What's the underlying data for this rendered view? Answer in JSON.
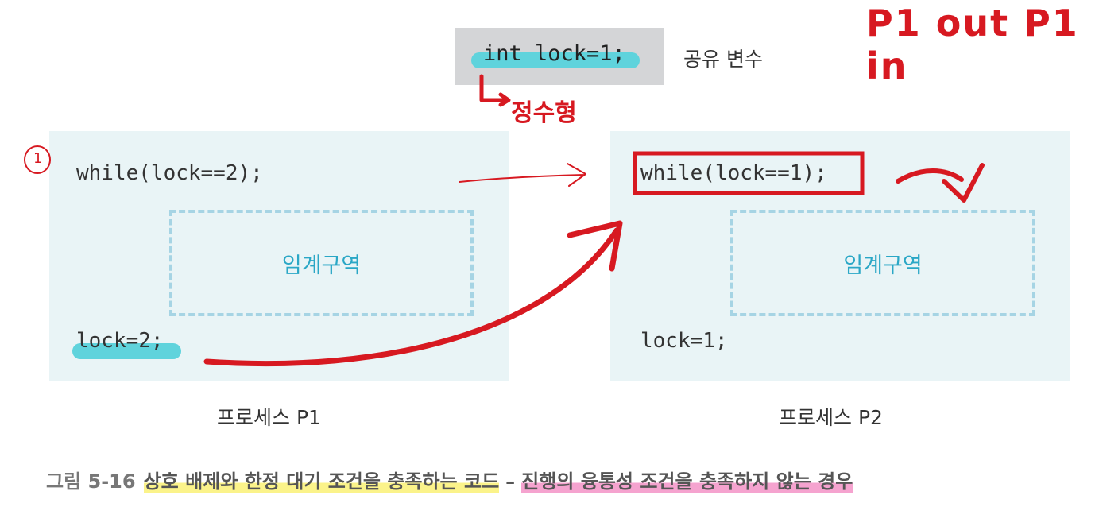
{
  "shared": {
    "code": "int lock=1;",
    "label": "공유 변수"
  },
  "p1": {
    "while_code": "while(lock==2);",
    "critical_section": "임계구역",
    "lock_code": "lock=2;",
    "caption": "프로세스 P1"
  },
  "p2": {
    "while_code": "while(lock==1);",
    "critical_section": "임계구역",
    "lock_code": "lock=1;",
    "caption": "프로세스 P2"
  },
  "figure": {
    "number": "그림 5-16",
    "part1": "상호 배제와 한정 대기 조건을 충족하는 코드",
    "separator": "–",
    "part2": "진행의 융통성 조건을 충족하지 않는 경우"
  },
  "annotations": {
    "top_note": "P1 out P1 in",
    "int_note": "정수형",
    "step_one": "1"
  },
  "colors": {
    "panel_bg": "#e9f4f6",
    "highlight_cyan": "#5fd3dc",
    "highlight_yellow": "#fbf38a",
    "highlight_pink": "#f5a3cf",
    "ink_red": "#d71921",
    "cs_text": "#2aa7c6"
  }
}
